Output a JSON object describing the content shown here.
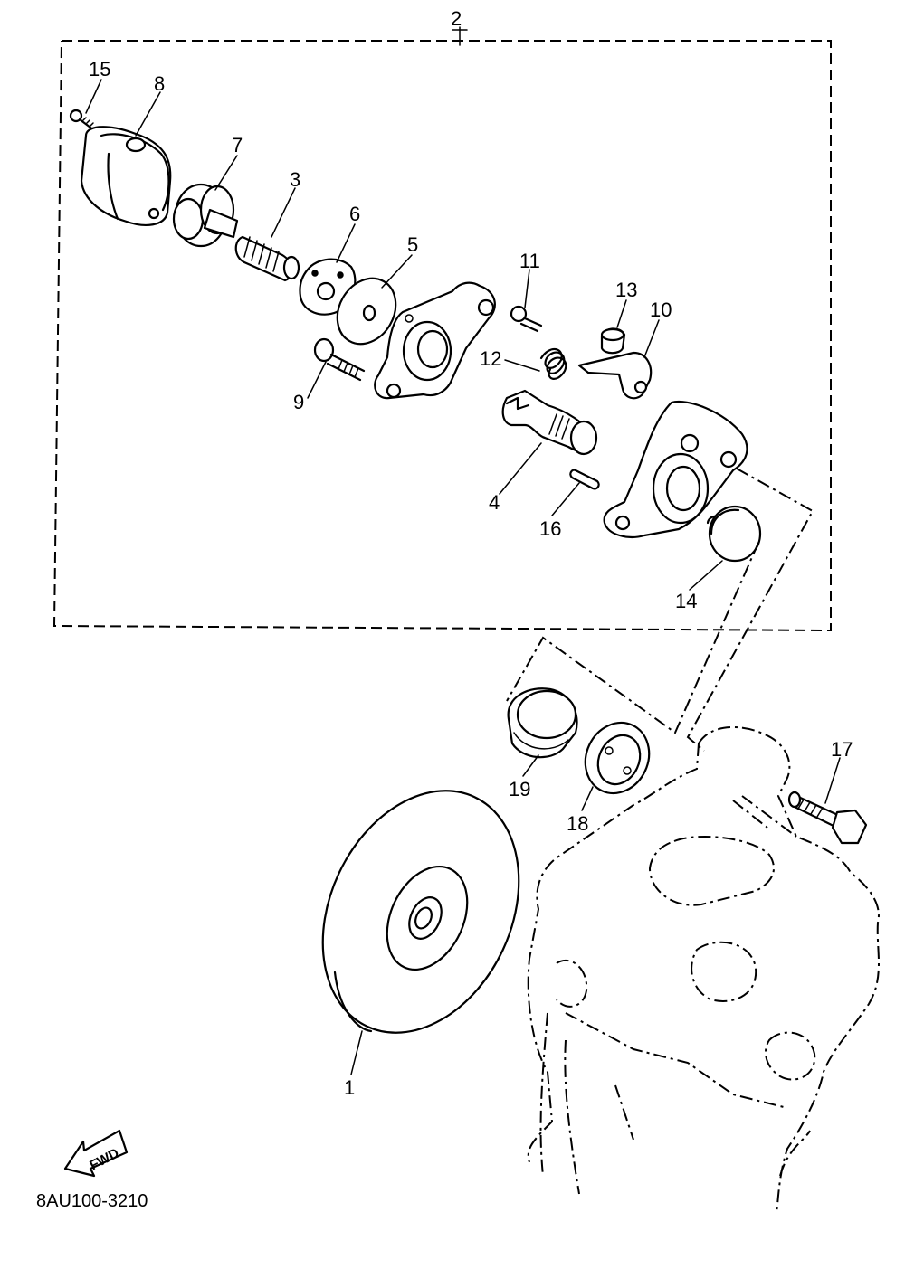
{
  "labels": {
    "p1": "1",
    "p2": "2",
    "p3": "3",
    "p4": "4",
    "p5": "5",
    "p6": "6",
    "p7": "7",
    "p8": "8",
    "p9": "9",
    "p10": "10",
    "p11": "11",
    "p12": "12",
    "p13": "13",
    "p14": "14",
    "p15": "15",
    "p16": "16",
    "p17": "17",
    "p18": "18",
    "p19": "19"
  },
  "fwd_label": "FWD",
  "drawing_code": "8AU100-3210"
}
